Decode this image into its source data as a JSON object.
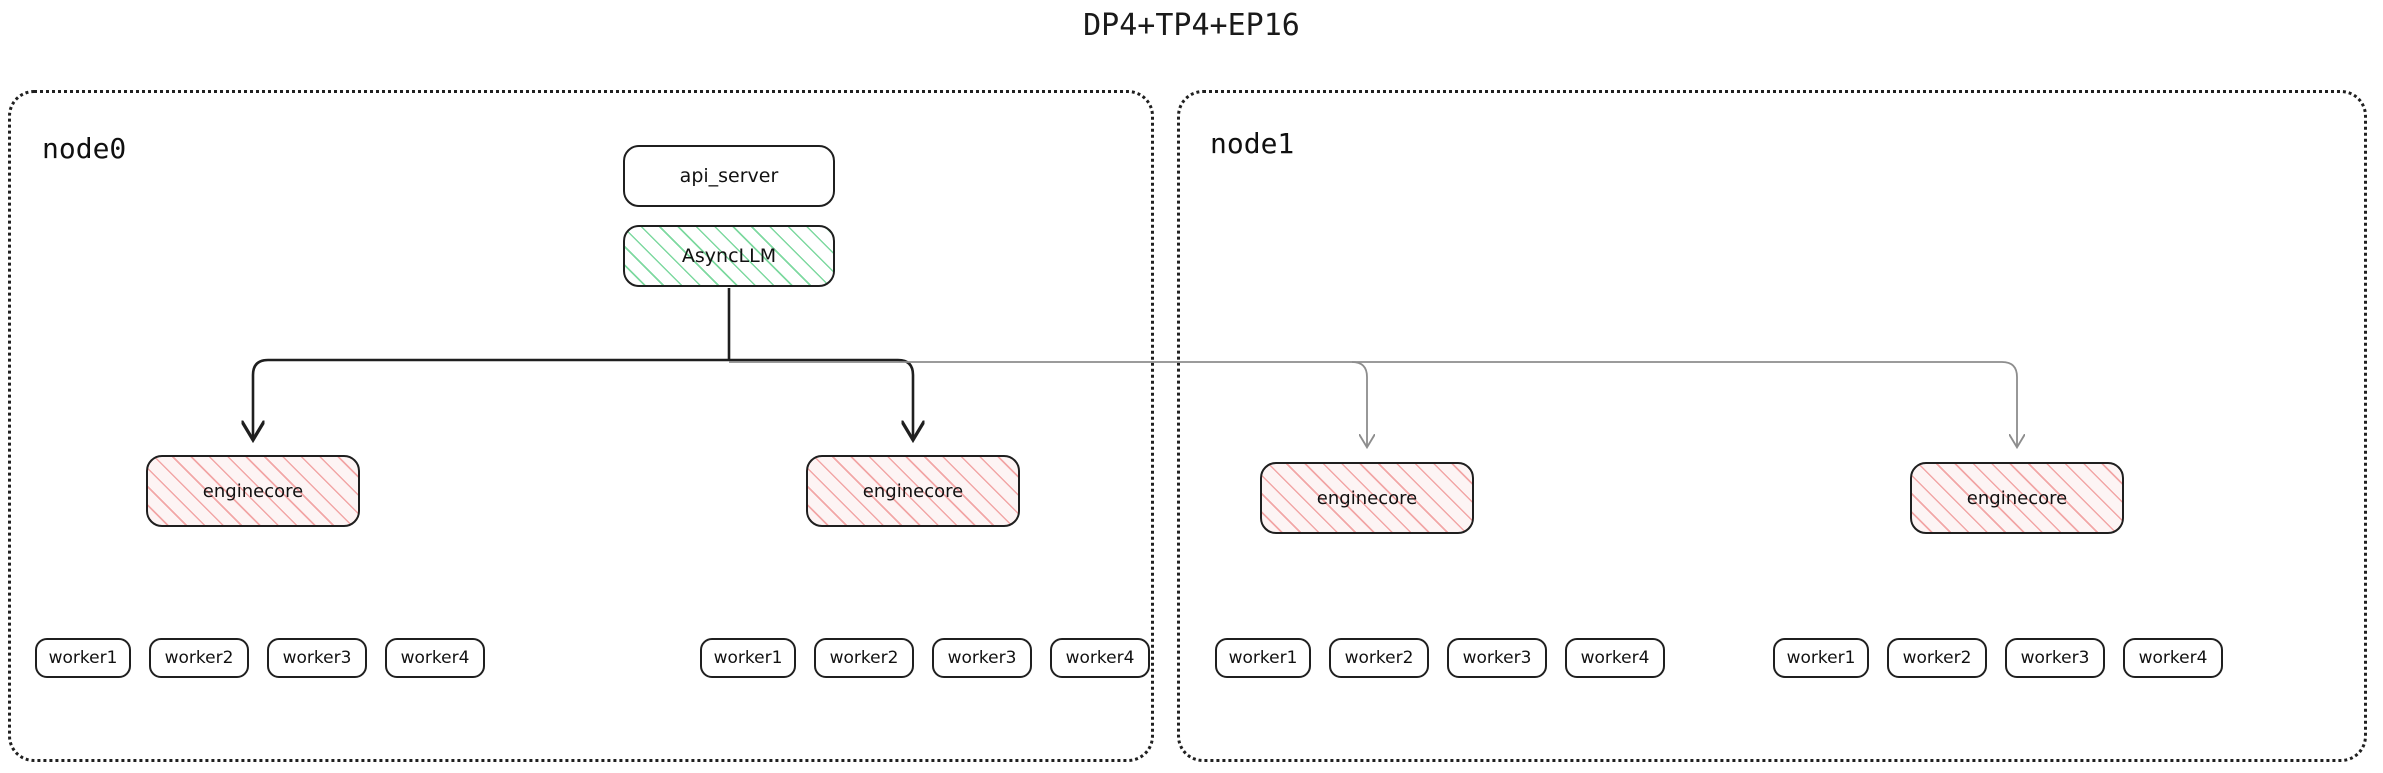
{
  "title": "DP4+TP4+EP16",
  "colors": {
    "stroke_dark": "#1f1f1f",
    "stroke_light": "#8d8d8d",
    "asyncllm_hatch": "#7ed9a0",
    "enginecore_hatch": "#f2a6a6",
    "enginecore_fill": "#fdf4f4",
    "container_border": "#202020",
    "background": "#ffffff",
    "text": "#111111"
  },
  "nodes": [
    {
      "id": "node0",
      "label": "node0",
      "components": {
        "api_server": "api_server",
        "async_llm": "AsyncLLM"
      },
      "enginecores": [
        {
          "label": "enginecore",
          "workers": [
            "worker1",
            "worker2",
            "worker3",
            "worker4"
          ]
        },
        {
          "label": "enginecore",
          "workers": [
            "worker1",
            "worker2",
            "worker3",
            "worker4"
          ]
        }
      ]
    },
    {
      "id": "node1",
      "label": "node1",
      "components": {},
      "enginecores": [
        {
          "label": "enginecore",
          "workers": [
            "worker1",
            "worker2",
            "worker3",
            "worker4"
          ]
        },
        {
          "label": "enginecore",
          "workers": [
            "worker1",
            "worker2",
            "worker3",
            "worker4"
          ]
        }
      ]
    }
  ],
  "connections": {
    "source": "AsyncLLM",
    "targets": [
      "enginecore",
      "enginecore",
      "enginecore",
      "enginecore"
    ],
    "style_local": "solid-dark-arrow",
    "style_remote": "solid-light-arrow"
  }
}
